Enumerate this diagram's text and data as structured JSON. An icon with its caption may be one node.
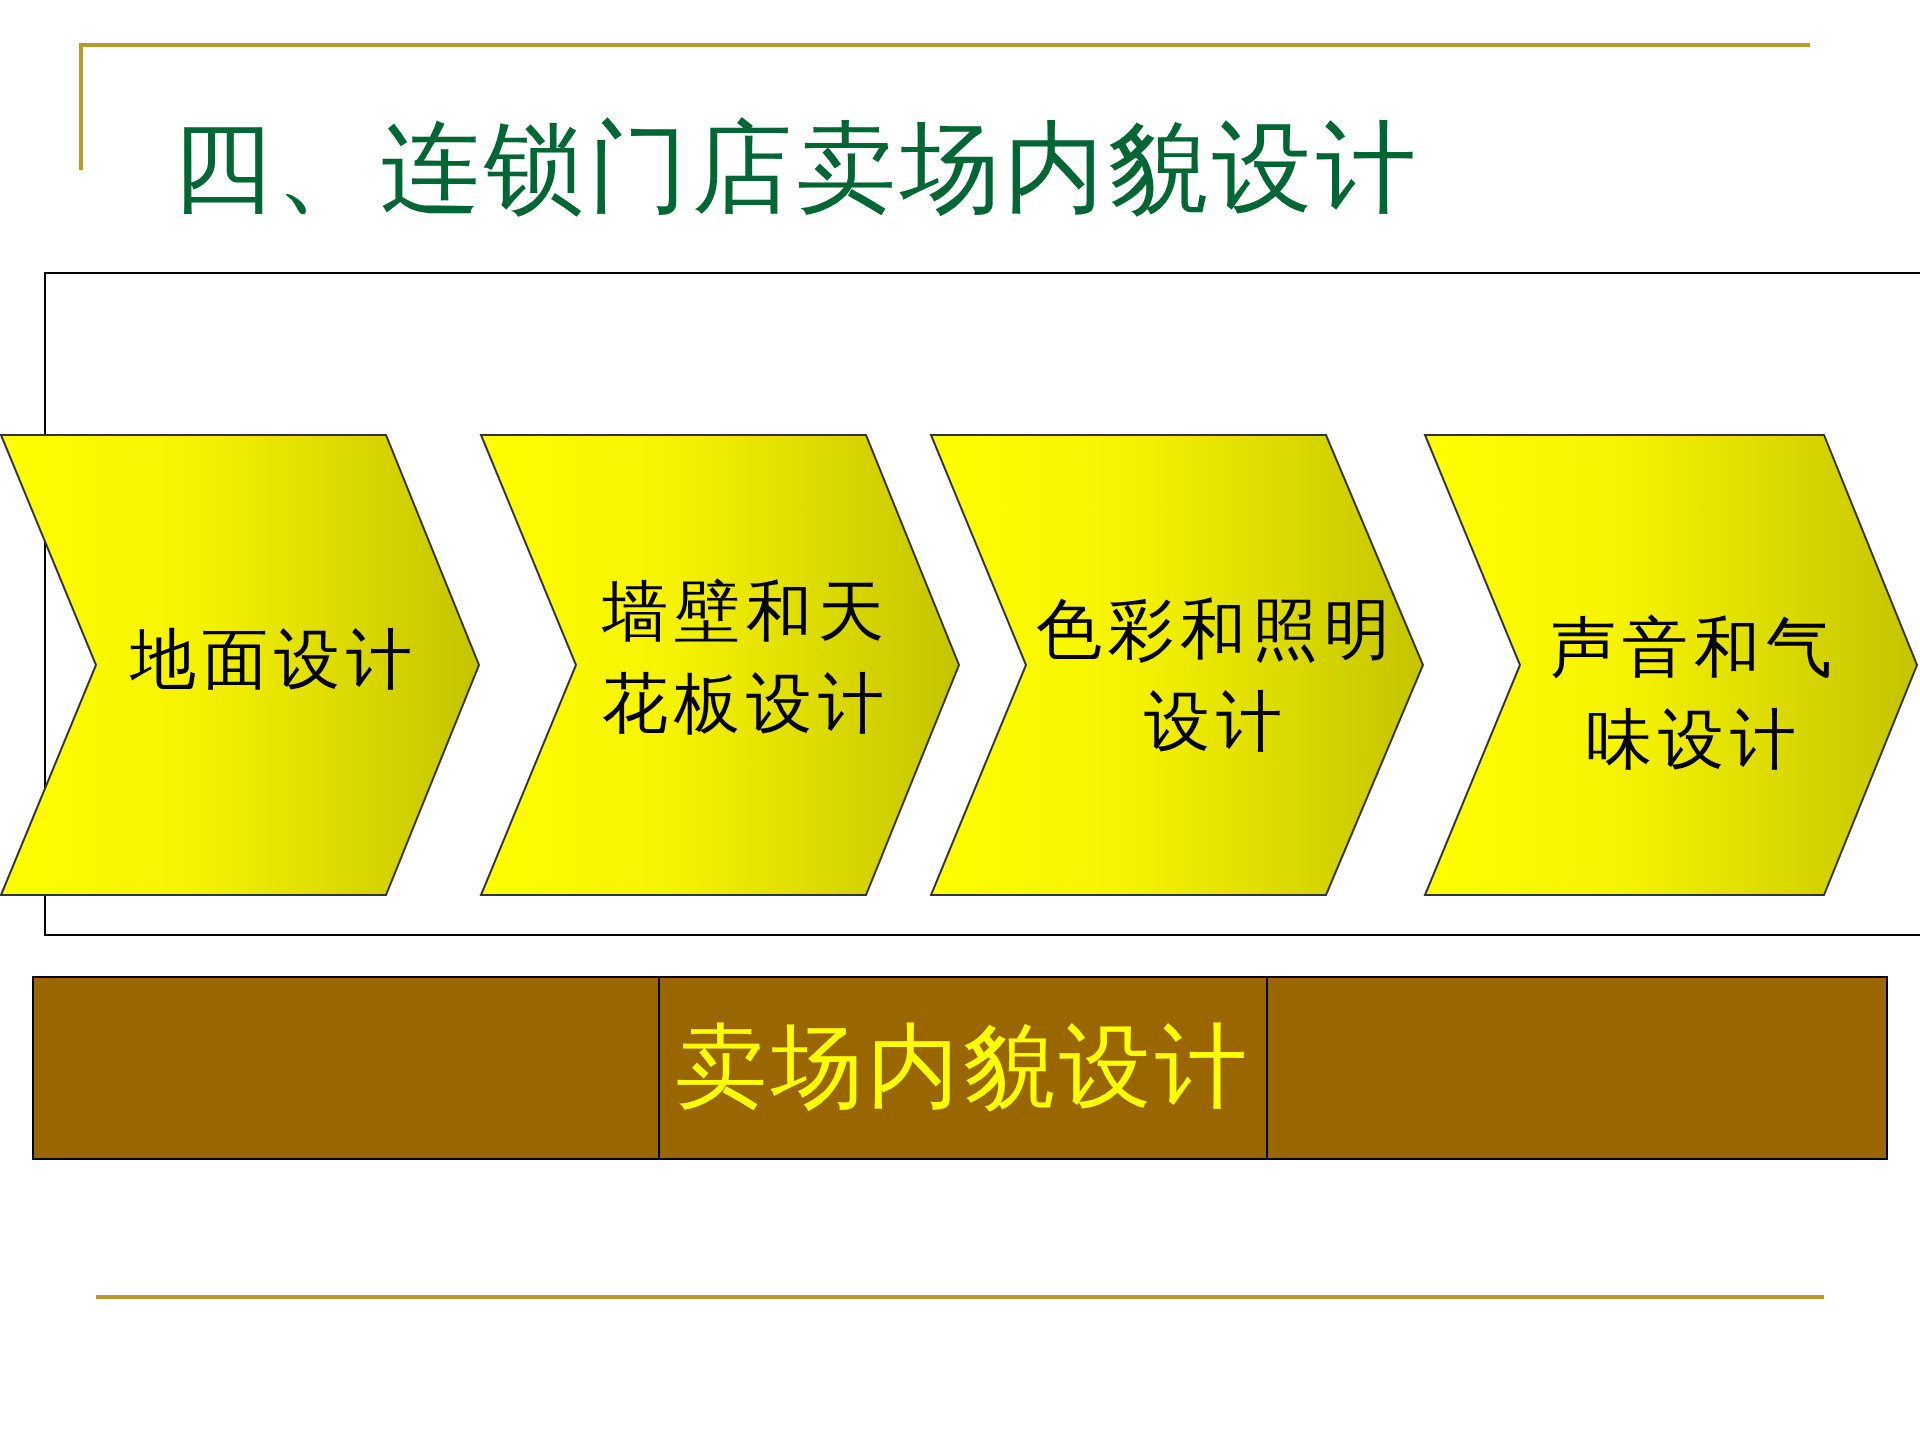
{
  "diagram": {
    "title": "四、连锁门店卖场内貌设计",
    "nodes": [
      {
        "text": [
          "地面设计"
        ]
      },
      {
        "text": [
          "墙壁和天花板设计"
        ]
      },
      {
        "text": [
          "色彩和照明设计"
        ]
      },
      {
        "text": [
          "声音和气味设计"
        ]
      },
      {
        "text": [],
        "shape": "box"
      },
      {
        "text": [
          "卖场内貌设计"
        ]
      },
      {
        "text": [],
        "shape": "box"
      }
    ]
  }
}
